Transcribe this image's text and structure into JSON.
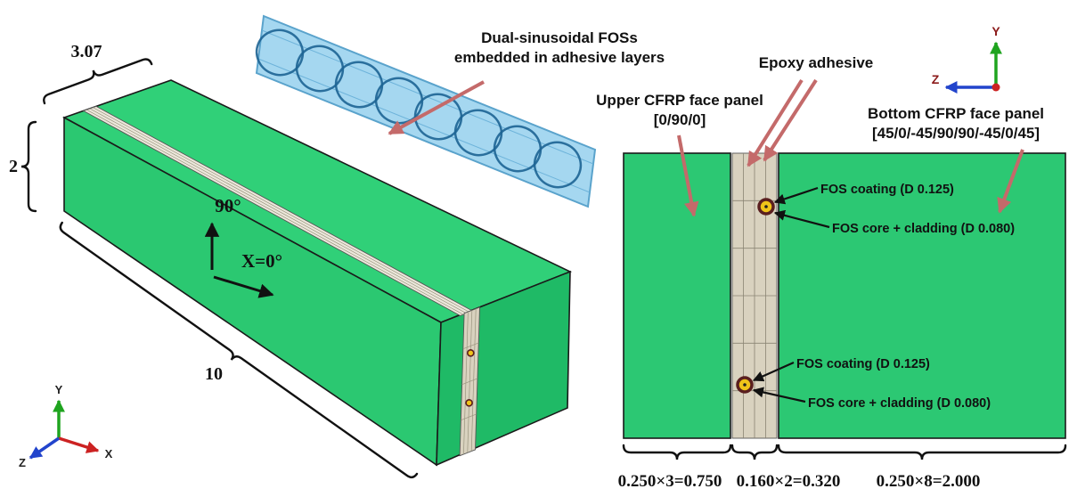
{
  "figure": {
    "callouts": {
      "dual_line1": "Dual-sinusoidal FOSs",
      "dual_line2": "embedded in adhesive layers",
      "epoxy": "Epoxy adhesive",
      "upper_line1": "Upper CFRP face panel",
      "upper_line2": "[0/90/0]",
      "bottom_line1": "Bottom CFRP face panel",
      "bottom_line2": "[45/0/-45/90/90/-45/0/45]",
      "fos_coating": "FOS coating (D 0.125)",
      "fos_core": "FOS core + cladding (D 0.080)"
    },
    "dimensions": {
      "beam_width": "3.07",
      "beam_height": "2",
      "beam_length": "10",
      "sect_left": "0.250×3=0.750",
      "sect_mid": "0.160×2=0.320",
      "sect_right": "0.250×8=2.000"
    },
    "orientation": {
      "ninety": "90°",
      "xzero": "X=0°"
    },
    "axes": {
      "x": "X",
      "y": "Y",
      "z": "Z"
    },
    "colors": {
      "panel_green_top": "#30d078",
      "panel_green_front": "#2bc871",
      "panel_green_side": "#1fba66",
      "panel_green_section": "#2cc873",
      "adhesive_tan": "#d9d2bf",
      "strip_light": "#ece8dc",
      "slab_blue": "#8ecdec",
      "slab_ellipse": "#1d6494",
      "arrow_salmon": "#c46a6a",
      "fos_yellow": "#f0c419",
      "fos_ring": "#5a1f1f",
      "axis_x_red": "#cc2222",
      "axis_y_green": "#1fa41f",
      "axis_z_blue": "#2244cc"
    }
  }
}
